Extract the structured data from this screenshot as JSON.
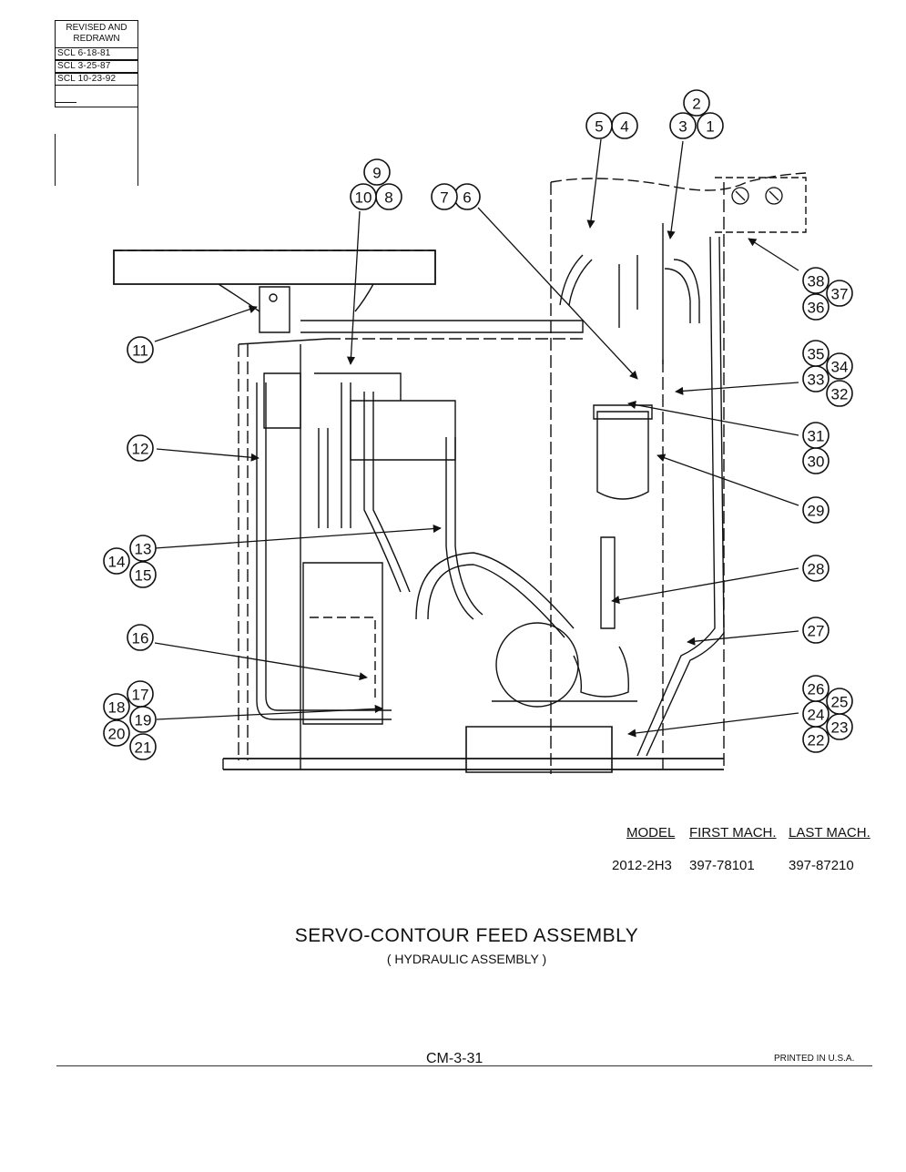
{
  "revision": {
    "title": "REVISED AND REDRAWN",
    "entries": [
      "SCL 6-18-81",
      "SCL 3-25-87",
      "SCL 10-23-92"
    ]
  },
  "callouts": [
    "1",
    "2",
    "3",
    "4",
    "5",
    "6",
    "7",
    "8",
    "9",
    "10",
    "11",
    "12",
    "13",
    "14",
    "15",
    "16",
    "17",
    "18",
    "19",
    "20",
    "21",
    "22",
    "23",
    "24",
    "25",
    "26",
    "27",
    "28",
    "29",
    "30",
    "31",
    "32",
    "33",
    "34",
    "35",
    "36",
    "37",
    "38"
  ],
  "model_table": {
    "headers": {
      "model": "MODEL",
      "first": "FIRST MACH.",
      "last": "LAST MACH."
    },
    "row": {
      "model": "2012-2H3",
      "first": "397-78101",
      "last": "397-87210"
    }
  },
  "title": "SERVO-CONTOUR FEED ASSEMBLY",
  "subtitle": "( HYDRAULIC ASSEMBLY )",
  "page_number": "CM-3-31",
  "printed": "PRINTED IN U.S.A."
}
